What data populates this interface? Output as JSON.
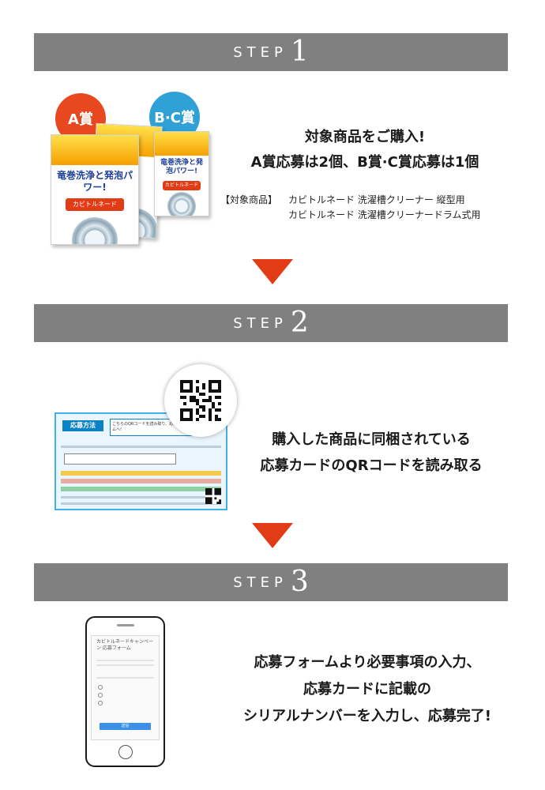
{
  "steps": [
    {
      "label": "STEP",
      "number": "1"
    },
    {
      "label": "STEP",
      "number": "2"
    },
    {
      "label": "STEP",
      "number": "3"
    }
  ],
  "step1": {
    "badge_a": "A賞",
    "badge_bc": "B·C賞",
    "badge_a_color": "#e8481f",
    "badge_bc_color": "#2fa1d6",
    "package_title": "竜巻洗浄と発泡パワー!",
    "package_brand": "カビトルネード",
    "headline_line1": "対象商品をご購入!",
    "headline_line2": "A賞応募は2個、B賞·C賞応募は1個",
    "products_label": "【対象商品】",
    "product_1": "カビトルネード 洗濯槽クリーナー 縦型用",
    "product_2": "カビトルネード 洗濯槽クリーナードラム式用"
  },
  "step2": {
    "card_title": "応募方法",
    "card_note": "こちらのQRコードを読み取り、応募フォームへ!",
    "text_line1": "購入した商品に同梱されている",
    "text_line2": "応募カードのQRコードを読み取る"
  },
  "step3": {
    "form_title": "カビトルネードキャンペーン 応募フォーム",
    "form_submit": "送信",
    "text_line1": "応募フォームより必要事項の入力、",
    "text_line2": "応募カードに記載の",
    "text_line3": "シリアルナンバーを入力し、応募完了!"
  },
  "colors": {
    "step_bar": "#808080",
    "arrow": "#e23c16"
  }
}
